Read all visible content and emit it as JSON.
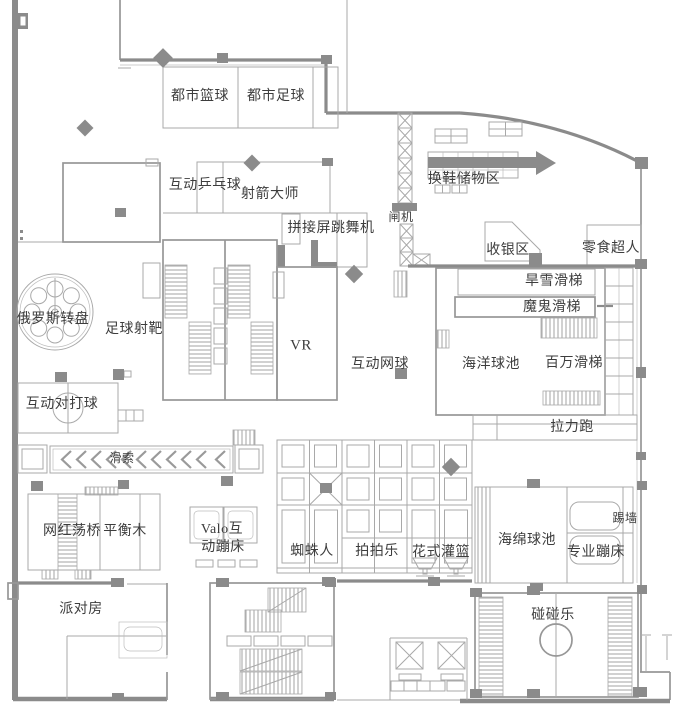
{
  "plan": {
    "colors": {
      "wall": "#8b8b8b",
      "thin_line": "#a9a9a9",
      "text": "#3d3d3d"
    },
    "areas": {
      "urban_basketball": "都市篮球",
      "urban_football": "都市足球",
      "interactive_pingpong": "互动乒乓球",
      "archery_master": "射箭大师",
      "dance_machine": "拼接屏跳舞机",
      "gate": "闸机",
      "shoe_storage": "换鞋储物区",
      "cashier": "收银区",
      "snack_superman": "零食超人",
      "dry_snow_slide": "旱雪滑梯",
      "devil_slide": "魔鬼滑梯",
      "russian_turntable": "俄罗斯转盘",
      "football_target": "足球射靶",
      "vr": "VR",
      "interactive_tennis": "互动网球",
      "ocean_ball_pool": "海洋球池",
      "million_slide": "百万滑梯",
      "interactive_sparring": "互动对打球",
      "rally_run": "拉力跑",
      "zipline": "滑索",
      "swing_bridge": "网红荡桥",
      "balance_beam": "平衡木",
      "valo_line1": "Valo互",
      "valo_line2": "动蹦床",
      "spider_man": "蜘蛛人",
      "pat_pat_fun": "拍拍乐",
      "fancy_dunk": "花式灌篮",
      "sponge_ball_pool": "海绵球池",
      "kick_wall": "踢墙",
      "pro_trampoline": "专业蹦床",
      "party_room": "派对房",
      "bumper_fun": "碰碰乐"
    }
  }
}
